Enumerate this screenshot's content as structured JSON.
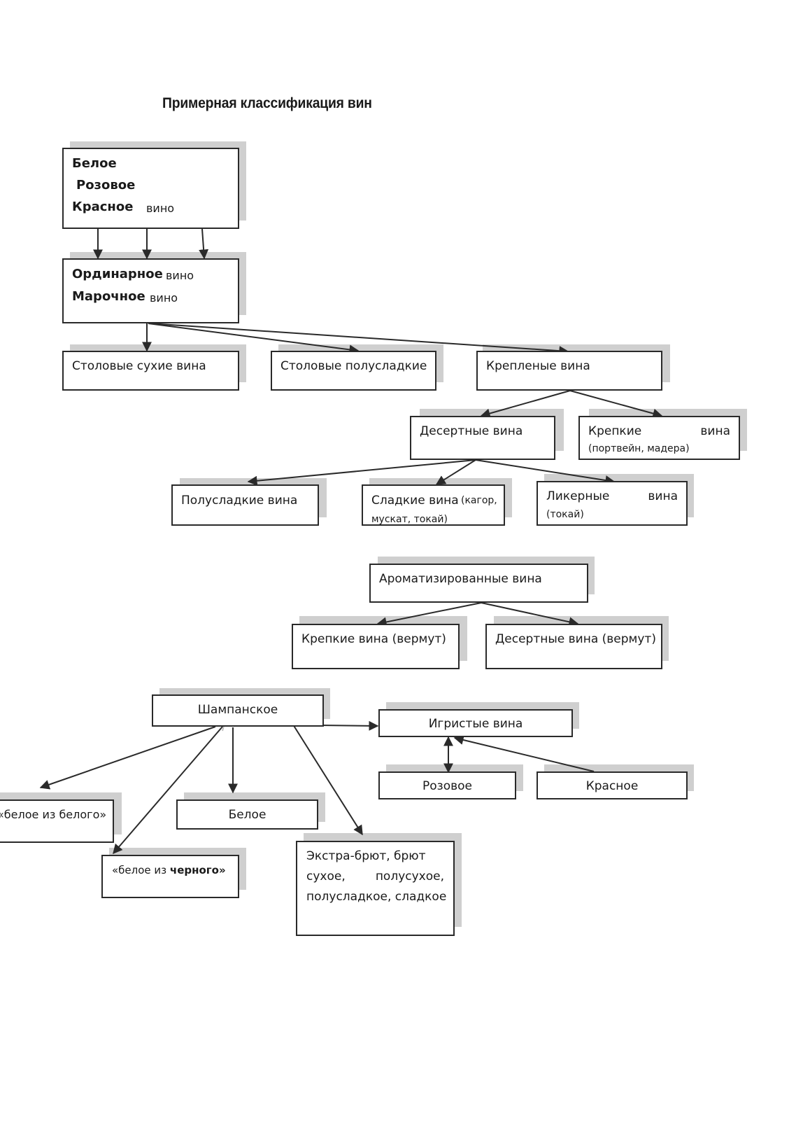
{
  "title": "Примерная классификация вин",
  "colors": {
    "line": "#2a2a2a",
    "shadow": "#cfcfcf",
    "box_border": "#2a2a2a"
  },
  "boxes": {
    "colors": {
      "line1": "Белое",
      "line2": "Розовое",
      "line3": "Красное",
      "suffix": "вино"
    },
    "quality": {
      "ordinary": "Ординарное",
      "ordinary_suffix": "вино",
      "vintage": "Марочное",
      "vintage_suffix": "вино"
    },
    "table_dry": "Столовые сухие вина",
    "table_semisweet": "Столовые полусладкие",
    "fortified": "Крепленые вина",
    "dessert": "Десертные вина",
    "strong": {
      "label_a": "Крепкие",
      "label_b": "вина",
      "note": "(портвейн, мадера)"
    },
    "semisweet": "Полусладкие вина",
    "sweet": {
      "label": "Сладкие вина",
      "note": "(кагор,",
      "note2": "мускат, токай)"
    },
    "liqueur": {
      "label_a": "Ликерные",
      "label_b": "вина",
      "note": "(токай)"
    },
    "aromatized": "Ароматизированные вина",
    "aromatized_strong": "Крепкие вина (вермут)",
    "aromatized_dessert": "Десертные вина (вермут)",
    "champagne": "Шампанское",
    "sparkling": "Игристые вина",
    "rose": "Розовое",
    "red": "Красное",
    "white_from_white": "«белое из белого»",
    "white": "Белое",
    "white_from_black_a": "«белое из ",
    "white_from_black_b": "черного»",
    "sweetness": {
      "line1": "Экстра-брют, брют",
      "line2a": "сухое,",
      "line2b": "полусухое,",
      "line3": "полусладкое, сладкое"
    }
  }
}
